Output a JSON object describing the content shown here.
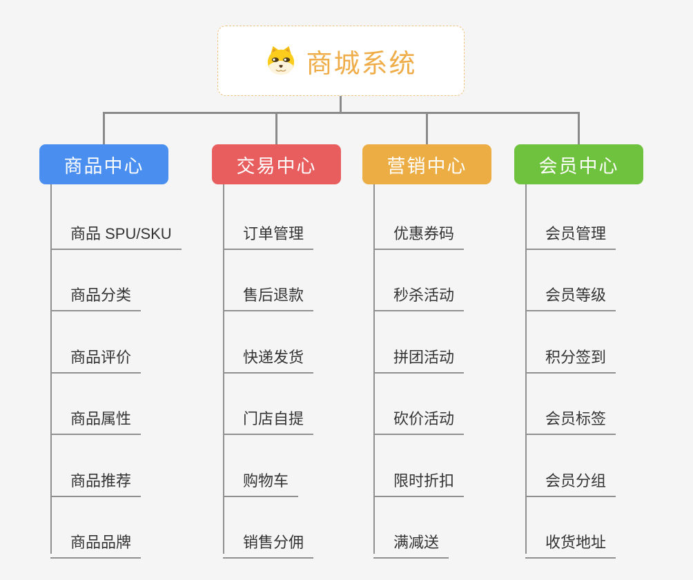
{
  "root": {
    "title": "商城系统",
    "icon": "dog-face-icon"
  },
  "colors": {
    "background": "#f5f5f6",
    "connector": "#8a8a8a",
    "leaf_underline": "#8f8f8f",
    "leaf_text": "#333333",
    "root_text": "#efad49",
    "root_border": "#eec27f",
    "root_background": "#ffffff"
  },
  "branches": [
    {
      "label": "商品中心",
      "color": "#4a8ff0",
      "items": [
        "商品 SPU/SKU",
        "商品分类",
        "商品评价",
        "商品属性",
        "商品推荐",
        "商品品牌"
      ]
    },
    {
      "label": "交易中心",
      "color": "#e85d5d",
      "items": [
        "订单管理",
        "售后退款",
        "快递发货",
        "门店自提",
        "购物车",
        "销售分佣"
      ]
    },
    {
      "label": "营销中心",
      "color": "#ecae44",
      "items": [
        "优惠券码",
        "秒杀活动",
        "拼团活动",
        "砍价活动",
        "限时折扣",
        "满减送"
      ]
    },
    {
      "label": "会员中心",
      "color": "#6fc23d",
      "items": [
        "会员管理",
        "会员等级",
        "积分签到",
        "会员标签",
        "会员分组",
        "收货地址"
      ]
    }
  ]
}
